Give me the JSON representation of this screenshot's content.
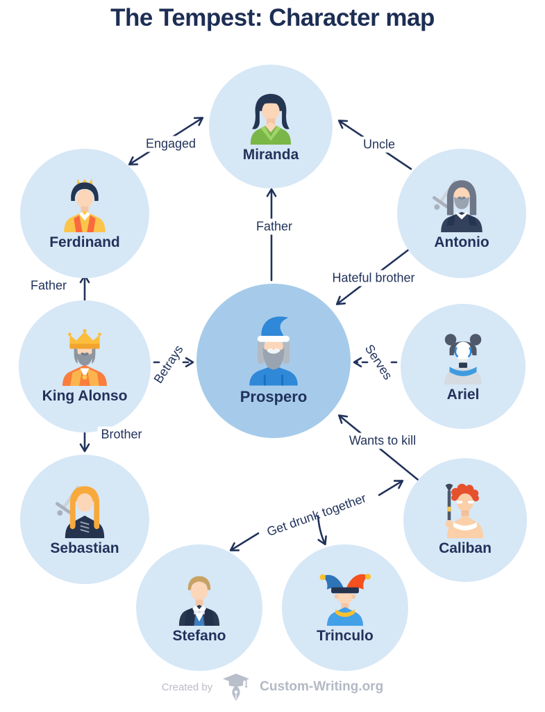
{
  "title": "The Tempest: Character map",
  "colors": {
    "navy_text": "#21325b",
    "node_fill": "#d6e7f6",
    "center_node_fill": "#a6cbea",
    "footer_gray": "#b9bdc6"
  },
  "characters": [
    {
      "id": "miranda",
      "name": "Miranda"
    },
    {
      "id": "ferdinand",
      "name": "Ferdinand"
    },
    {
      "id": "antonio",
      "name": "Antonio"
    },
    {
      "id": "king-alonso",
      "name": "King Alonso"
    },
    {
      "id": "prospero",
      "name": "Prospero"
    },
    {
      "id": "ariel",
      "name": "Ariel"
    },
    {
      "id": "sebastian",
      "name": "Sebastian"
    },
    {
      "id": "caliban",
      "name": "Caliban"
    },
    {
      "id": "stefano",
      "name": "Stefano"
    },
    {
      "id": "trinculo",
      "name": "Trinculo"
    }
  ],
  "relations": [
    {
      "label": "Engaged",
      "from": "Ferdinand",
      "to": "Miranda",
      "style": "double-arrow"
    },
    {
      "label": "Uncle",
      "from": "Antonio",
      "to": "Miranda",
      "style": "arrow"
    },
    {
      "label": "Father",
      "from": "Prospero",
      "to": "Miranda",
      "style": "arrow"
    },
    {
      "label": "Hateful brother",
      "from": "Antonio",
      "to": "Prospero",
      "style": "arrow"
    },
    {
      "label": "Father",
      "from": "King Alonso",
      "to": "Ferdinand",
      "style": "arrow"
    },
    {
      "label": "Betrays",
      "from": "King Alonso",
      "to": "Prospero",
      "style": "dashed-arrow"
    },
    {
      "label": "Serves",
      "from": "Ariel",
      "to": "Prospero",
      "style": "dashed-arrow"
    },
    {
      "label": "Brother",
      "from": "King Alonso",
      "to": "Sebastian",
      "style": "arrow"
    },
    {
      "label": "Wants to kill",
      "from": "Caliban",
      "to": "Prospero",
      "style": "arrow"
    },
    {
      "label": "Get drunk together",
      "between": [
        "Stefano",
        "Trinculo",
        "Caliban"
      ],
      "style": "multi-arrow"
    }
  ],
  "footer": {
    "created_by": "Created by",
    "brand": "Custom-Writing.org"
  }
}
